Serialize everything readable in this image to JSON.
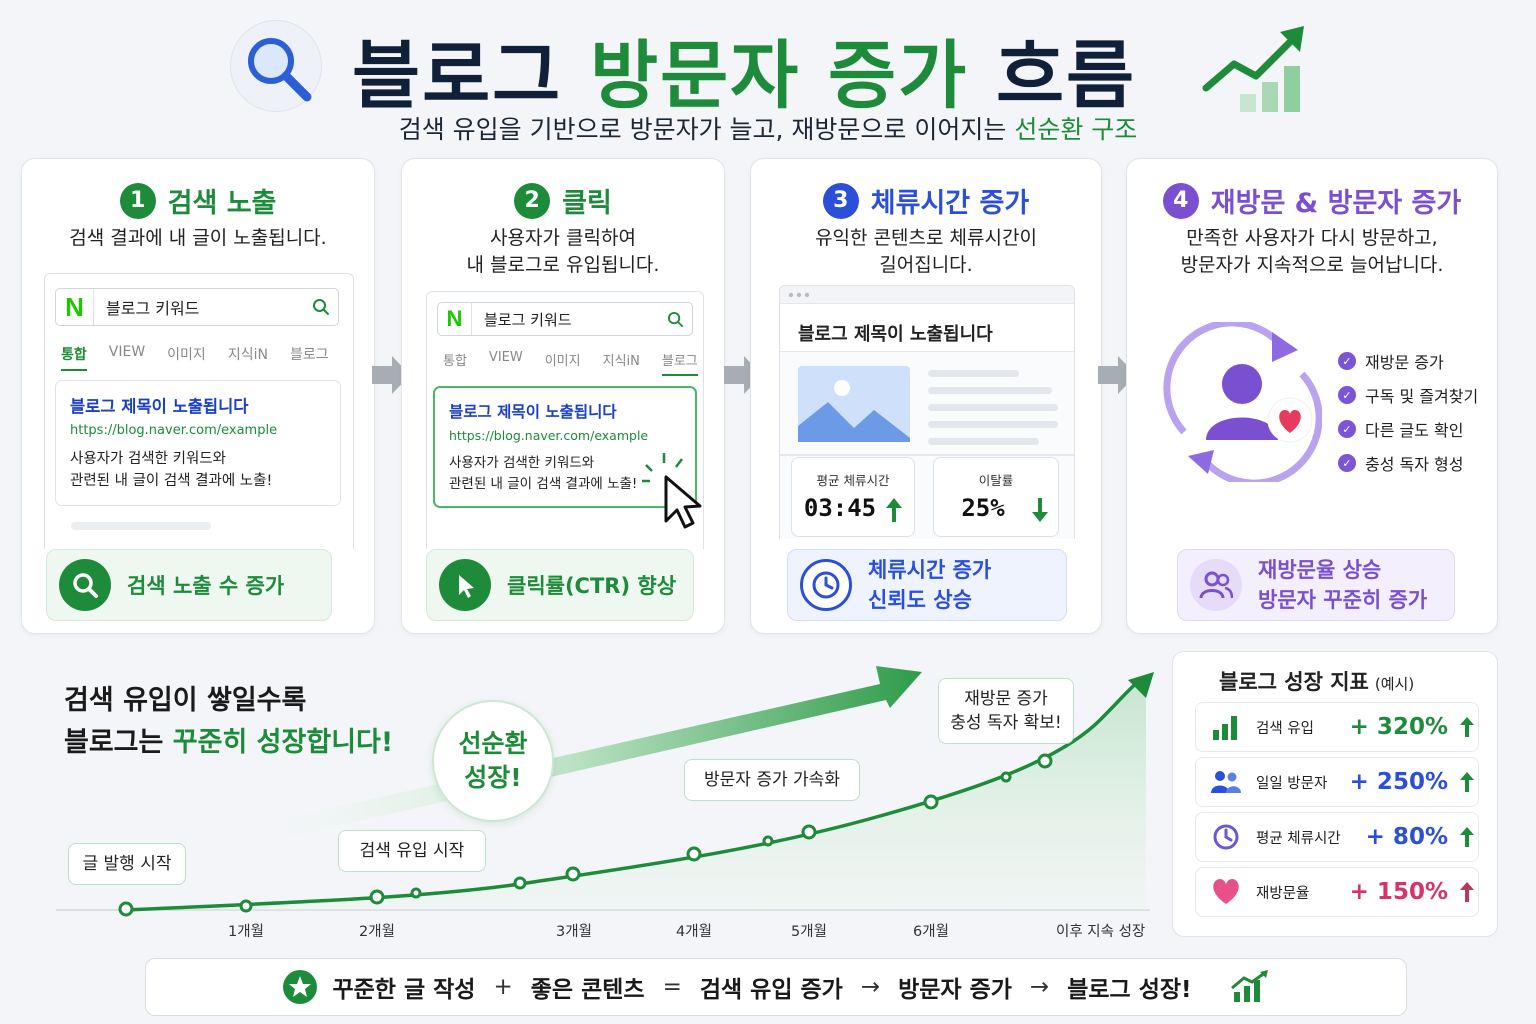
{
  "header": {
    "title_part1": "블로그 ",
    "title_green": "방문자 증가",
    "title_part2": " 흐름",
    "subtitle_part1": "검색 유입을 기반으로 방문자가 늘고, 재방문으로 이어지는 ",
    "subtitle_green": "선순환 구조"
  },
  "steps": [
    {
      "num": "1",
      "title": "검색 노출",
      "desc": "검색 결과에 내 글이 노출됩니다.",
      "color": "#1d8b3a",
      "pill": "검색 노출 수 증가"
    },
    {
      "num": "2",
      "title": "클릭",
      "desc": "사용자가 클릭하여\n내 블로그로 유입됩니다.",
      "color": "#1d8b3a",
      "pill": "클릭률(CTR) 향상"
    },
    {
      "num": "3",
      "title": "체류시간 증가",
      "desc": "유익한 콘텐츠로 체류시간이\n길어집니다.",
      "color": "#2b4fd8",
      "pill_line1": "체류시간 증가",
      "pill_line2": "신뢰도 상승"
    },
    {
      "num": "4",
      "title": "재방문 & 방문자 증가",
      "desc": "만족한 사용자가 다시 방문하고,\n방문자가 지속적으로 늘어납니다.",
      "color": "#7a4fd0",
      "pill_line1": "재방문율 상승",
      "pill_line2": "방문자 꾸준히 증가"
    }
  ],
  "search_mock": {
    "logo": "N",
    "query": "블로그 키워드",
    "tabs": [
      "통합",
      "VIEW",
      "이미지",
      "지식iN",
      "블로그"
    ],
    "result_title": "블로그 제목이 노출됩니다",
    "result_url": "https://blog.naver.com/example",
    "result_text_1": "사용자가 검색한 키워드와",
    "result_text_2": "관련된 내 글이 검색 결과에 노출!"
  },
  "page_mock": {
    "title": "블로그 제목이 노출됩니다",
    "stat1_label": "평균 체류시간",
    "stat1_value": "03:45",
    "stat2_label": "이탈률",
    "stat2_value": "25%"
  },
  "revisit_checks": [
    "재방문 증가",
    "구독 및 즐겨찾기",
    "다른 글도 확인",
    "충성 독자 형성"
  ],
  "growth": {
    "headline_line1": "검색 유입이 쌓일수록",
    "headline_line2_part1": "블로그는 ",
    "headline_line2_green": "꾸준히 성장합니다!",
    "cycle_line1": "선순환",
    "cycle_line2": "성장!",
    "callouts": {
      "publish": "글 발행 시작",
      "search": "검색 유입 시작",
      "accelerate": "방문자 증가 가속화",
      "loyal_line1": "재방문 증가",
      "loyal_line2": "충성 독자 확보!"
    },
    "x_labels": [
      "1개월",
      "2개월",
      "3개월",
      "4개월",
      "5개월",
      "6개월",
      "이후 지속 성장"
    ]
  },
  "metrics": {
    "title": "블로그 성장 지표",
    "note": "(예시)",
    "rows": [
      {
        "label": "검색 유입",
        "value": "+ 320%",
        "color": "#1d8b3a",
        "icon": "bar-chart-icon"
      },
      {
        "label": "일일 방문자",
        "value": "+ 250%",
        "color": "#2b4fd8",
        "icon": "users-icon"
      },
      {
        "label": "평균 체류시간",
        "value": "+ 80%",
        "color": "#2b4fd8",
        "icon": "clock-icon"
      },
      {
        "label": "재방문율",
        "value": "+ 150%",
        "color": "#d6336c",
        "icon": "heart-icon"
      }
    ]
  },
  "formula": {
    "a": "꾸준한 글 작성",
    "plus": "+",
    "b": "좋은 콘텐츠",
    "eq": "=",
    "c": "검색 유입 증가",
    "arrow1": "→",
    "d": "방문자 증가",
    "arrow2": "→",
    "e": "블로그 성장!"
  }
}
